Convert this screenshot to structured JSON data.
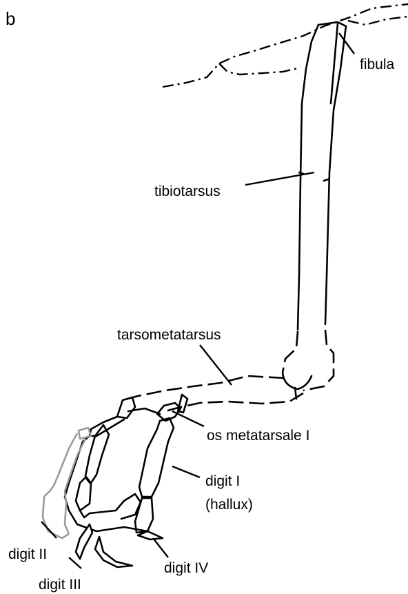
{
  "figure": {
    "panel_label": "b",
    "labels": {
      "fibula": "fibula",
      "tibiotarsus": "tibiotarsus",
      "tarsometatarsus": "tarsometatarsus",
      "os_metatarsale_i": "os metatarsale I",
      "digit_i_line1": "digit I",
      "digit_i_line2": "(hallux)",
      "digit_ii": "digit II",
      "digit_iii": "digit III",
      "digit_iv": "digit IV"
    },
    "colors": {
      "outline": "#000000",
      "reconstructed_digit_ii": "#9a9a9a",
      "background": "#ffffff"
    }
  }
}
